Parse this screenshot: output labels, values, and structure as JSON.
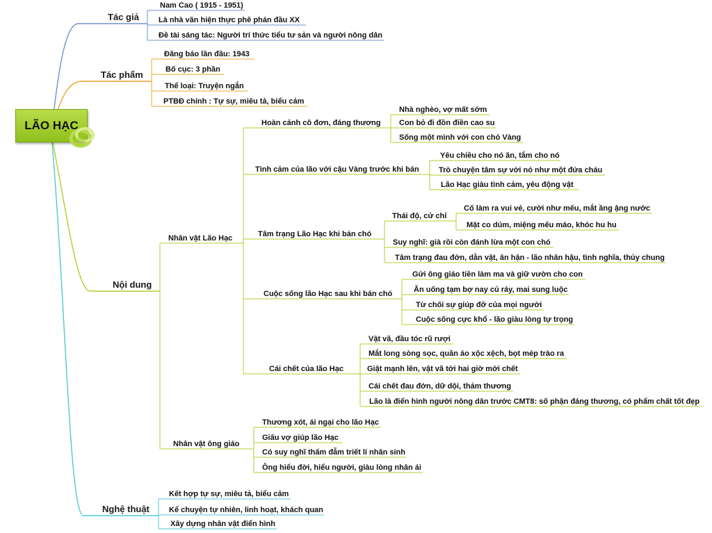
{
  "root": "LÃO HẠC",
  "colors": {
    "author": "#6f8fd0",
    "work": "#f0a430",
    "content": "#b5cc2e",
    "art": "#52c7d3"
  },
  "branches": {
    "author": {
      "label": "Tác giả",
      "items": [
        "Nam Cao ( 1915 - 1951)",
        "Là nhà văn hiện thực phê phán đầu XX",
        "Đề tài sáng tác: Người trí thức tiểu tư sản và người nông dân"
      ]
    },
    "work": {
      "label": "Tác phẩm",
      "items": [
        "Đăng báo lần đầu: 1943",
        "Bố cục: 3 phần",
        "Thể loại: Truyện ngắn",
        "PTBĐ chính : Tự sự, miêu tả, biểu cảm"
      ]
    },
    "content": {
      "label": "Nội dung",
      "lao_hac": {
        "label": "Nhân vật Lão Hạc",
        "hoan_canh": {
          "label": "Hoàn cảnh cô đơn, đáng thương",
          "items": [
            "Nhà nghèo, vợ mất sớm",
            "Con bỏ đi đồn điền cao su",
            "Sống một mình với con chó Vàng"
          ]
        },
        "tinh_cam": {
          "label": "Tình cảm của lão với cậu Vàng trước khi bán",
          "items": [
            "Yêu chiều cho nó ăn, tắm cho nó",
            "Trò chuyện tâm sự với nó như một đứa cháu",
            "Lão Hạc giàu tình cảm, yêu động vật"
          ]
        },
        "tam_trang": {
          "label": "Tâm trạng Lão Hạc khi bán chó",
          "thai_do": {
            "label": "Thái độ, cử chỉ",
            "items": [
              "Cố làm ra vui vẻ, cười như mếu, mắt ầng ậng nước",
              "Mặt co dúm, miệng mếu máo, khóc hu hu"
            ]
          },
          "items": [
            "Suy nghĩ: già rồi còn đánh lừa một con chó",
            "Tâm trạng đau đớn, dằn vặt, ân hận - lão nhân hậu, tình nghĩa, thủy chung"
          ]
        },
        "cuoc_song": {
          "label": "Cuộc sống lão Hạc sau khi bán chó",
          "items": [
            "Gửi ông giáo tiền làm ma và giữ vườn cho con",
            "Ăn uống tạm bợ nay củ ráy, mai sung luộc",
            "Từ chối sự giúp đỡ của mọi người",
            "Cuộc sống cực khổ - lão giàu lòng tự trọng"
          ]
        },
        "cai_chet": {
          "label": "Cái chết của lão Hạc",
          "items": [
            "Vật vã, đầu tóc rũ rượi",
            "Mắt long sòng sọc, quần áo xộc xệch, bọt mép trào ra",
            "Giật mạnh lên, vật vã tới hai giờ mới chết",
            "Cái chết đau đớn, dữ dội, thảm thương",
            "Lão là điển hình người nông dân trước CMT8: số phận đáng thương, có phẩm chất tốt đẹp"
          ]
        }
      },
      "ong_giao": {
        "label": "Nhân vật ông giáo",
        "items": [
          "Thương xót, ái ngại cho lão Hạc",
          "Giấu vợ giúp lão Hạc",
          "Có suy nghĩ thấm đẫm triết lí nhân sinh",
          "Ông hiểu đời, hiểu người, giàu lòng nhân ái"
        ]
      }
    },
    "art": {
      "label": "Nghệ thuật",
      "items": [
        "Kết hợp tự sự, miêu tả, biểu cảm",
        "Kể chuyện tự nhiên, linh hoạt, khách quan",
        "Xây dựng nhân vật điển hình"
      ]
    }
  }
}
